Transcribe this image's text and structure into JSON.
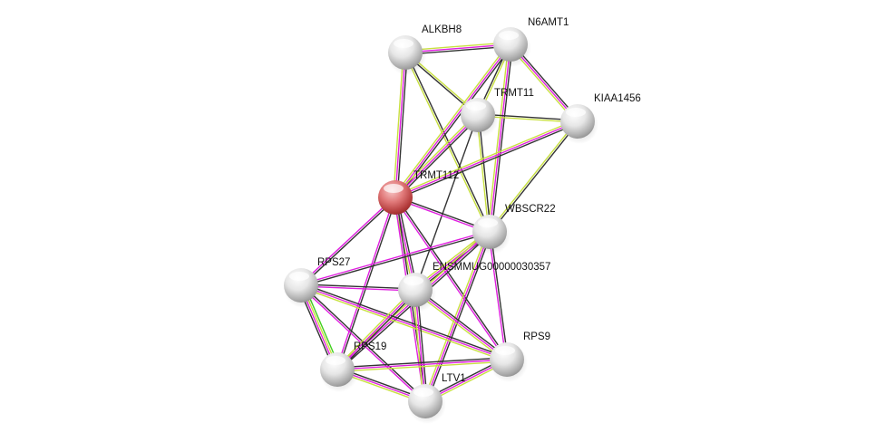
{
  "network": {
    "edge_colors": {
      "magenta": "#e020e0",
      "black": "#333333",
      "yellow": "#c8e040",
      "green": "#40d020"
    },
    "nodes": [
      {
        "id": "ALKBH8",
        "label": "ALKBH8",
        "color": "gray"
      },
      {
        "id": "N6AMT1",
        "label": "N6AMT1",
        "color": "gray"
      },
      {
        "id": "TRMT11",
        "label": "TRMT11",
        "color": "gray"
      },
      {
        "id": "KIAA1456",
        "label": "KIAA1456",
        "color": "gray"
      },
      {
        "id": "TRMT112",
        "label": "TRMT112",
        "color": "red",
        "query": true
      },
      {
        "id": "WBSCR22",
        "label": "WBSCR22",
        "color": "gray"
      },
      {
        "id": "RPS27",
        "label": "RPS27",
        "color": "gray"
      },
      {
        "id": "ENSMMUG00000030357",
        "label": "ENSMMUG00000030357",
        "color": "gray"
      },
      {
        "id": "RPS9",
        "label": "RPS9",
        "color": "gray"
      },
      {
        "id": "RPS19",
        "label": "RPS19",
        "color": "gray"
      },
      {
        "id": "LTV1",
        "label": "LTV1",
        "color": "gray"
      }
    ],
    "edges": [
      {
        "a": "ALKBH8",
        "b": "N6AMT1",
        "types": [
          "yellow",
          "magenta",
          "black"
        ]
      },
      {
        "a": "ALKBH8",
        "b": "TRMT112",
        "types": [
          "black",
          "magenta",
          "yellow"
        ]
      },
      {
        "a": "ALKBH8",
        "b": "TRMT11",
        "types": [
          "yellow",
          "black"
        ]
      },
      {
        "a": "ALKBH8",
        "b": "WBSCR22",
        "types": [
          "black",
          "yellow"
        ]
      },
      {
        "a": "N6AMT1",
        "b": "TRMT11",
        "types": [
          "yellow",
          "black"
        ]
      },
      {
        "a": "N6AMT1",
        "b": "KIAA1456",
        "types": [
          "black",
          "magenta",
          "yellow"
        ]
      },
      {
        "a": "N6AMT1",
        "b": "TRMT112",
        "types": [
          "black",
          "magenta",
          "yellow"
        ]
      },
      {
        "a": "N6AMT1",
        "b": "WBSCR22",
        "types": [
          "black",
          "magenta",
          "yellow"
        ]
      },
      {
        "a": "TRMT11",
        "b": "KIAA1456",
        "types": [
          "black",
          "yellow"
        ]
      },
      {
        "a": "TRMT11",
        "b": "TRMT112",
        "types": [
          "black",
          "magenta",
          "yellow"
        ]
      },
      {
        "a": "TRMT11",
        "b": "WBSCR22",
        "types": [
          "black",
          "yellow"
        ]
      },
      {
        "a": "TRMT11",
        "b": "ENSMMUG00000030357",
        "types": [
          "black"
        ]
      },
      {
        "a": "KIAA1456",
        "b": "TRMT112",
        "types": [
          "black",
          "magenta",
          "yellow"
        ]
      },
      {
        "a": "KIAA1456",
        "b": "WBSCR22",
        "types": [
          "black",
          "yellow"
        ]
      },
      {
        "a": "TRMT112",
        "b": "WBSCR22",
        "types": [
          "black",
          "magenta"
        ]
      },
      {
        "a": "TRMT112",
        "b": "RPS27",
        "types": [
          "black",
          "magenta"
        ]
      },
      {
        "a": "TRMT112",
        "b": "ENSMMUG00000030357",
        "types": [
          "black",
          "magenta",
          "yellow"
        ]
      },
      {
        "a": "TRMT112",
        "b": "RPS19",
        "types": [
          "black",
          "magenta"
        ]
      },
      {
        "a": "TRMT112",
        "b": "LTV1",
        "types": [
          "black",
          "magenta"
        ]
      },
      {
        "a": "TRMT112",
        "b": "RPS9",
        "types": [
          "black",
          "magenta"
        ]
      },
      {
        "a": "WBSCR22",
        "b": "RPS27",
        "types": [
          "black",
          "magenta"
        ]
      },
      {
        "a": "WBSCR22",
        "b": "ENSMMUG00000030357",
        "types": [
          "black",
          "magenta",
          "yellow"
        ]
      },
      {
        "a": "WBSCR22",
        "b": "RPS19",
        "types": [
          "black",
          "magenta",
          "yellow"
        ]
      },
      {
        "a": "WBSCR22",
        "b": "LTV1",
        "types": [
          "black",
          "magenta",
          "yellow"
        ]
      },
      {
        "a": "WBSCR22",
        "b": "RPS9",
        "types": [
          "black",
          "magenta"
        ]
      },
      {
        "a": "RPS27",
        "b": "ENSMMUG00000030357",
        "types": [
          "black",
          "magenta"
        ]
      },
      {
        "a": "RPS27",
        "b": "RPS19",
        "types": [
          "green",
          "yellow",
          "magenta",
          "black"
        ]
      },
      {
        "a": "RPS27",
        "b": "RPS9",
        "types": [
          "black",
          "magenta",
          "yellow"
        ]
      },
      {
        "a": "RPS27",
        "b": "LTV1",
        "types": [
          "black",
          "magenta"
        ]
      },
      {
        "a": "ENSMMUG00000030357",
        "b": "RPS19",
        "types": [
          "black",
          "magenta",
          "yellow"
        ]
      },
      {
        "a": "ENSMMUG00000030357",
        "b": "LTV1",
        "types": [
          "black",
          "magenta",
          "yellow"
        ]
      },
      {
        "a": "ENSMMUG00000030357",
        "b": "RPS9",
        "types": [
          "black",
          "magenta",
          "yellow"
        ]
      },
      {
        "a": "RPS19",
        "b": "RPS9",
        "types": [
          "black",
          "magenta",
          "yellow"
        ]
      },
      {
        "a": "RPS19",
        "b": "LTV1",
        "types": [
          "black",
          "magenta",
          "yellow"
        ]
      },
      {
        "a": "LTV1",
        "b": "RPS9",
        "types": [
          "black",
          "magenta",
          "yellow"
        ]
      }
    ]
  }
}
